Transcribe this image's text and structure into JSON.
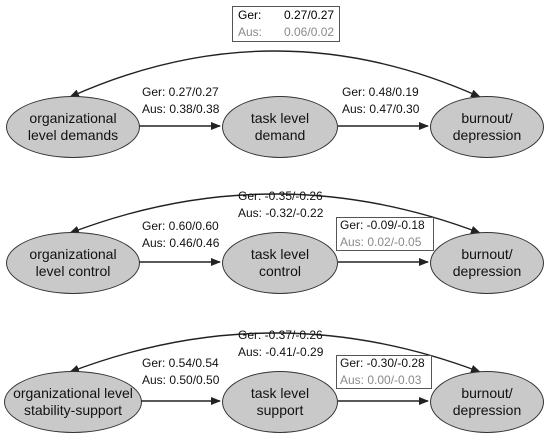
{
  "colors": {
    "node_fill": "#c9c9c9",
    "node_border": "#333333",
    "muted_text": "#8a8a8a",
    "text": "#111111"
  },
  "models": [
    {
      "nodes": {
        "org": "organizational\nlevel demands",
        "task": "task level\ndemand",
        "out": "burnout/\ndepression"
      },
      "org_task": {
        "ger": "Ger: 0.27/0.27",
        "aus": "Aus: 0.38/0.38"
      },
      "task_out": {
        "ger": "Ger: 0.48/0.19",
        "aus": "Aus: 0.47/0.30"
      },
      "direct": {
        "ger_key": "Ger:",
        "ger_val": "0.27/0.27",
        "aus_key": "Aus:",
        "aus_val": "0.06/0.02"
      }
    },
    {
      "nodes": {
        "org": "organizational\nlevel control",
        "task": "task level\ncontrol",
        "out": "burnout/\ndepression"
      },
      "org_task": {
        "ger": "Ger: 0.60/0.60",
        "aus": "Aus: 0.46/0.46"
      },
      "task_out": {
        "ger": "Ger: -0.09/-0.18",
        "aus": "Aus: 0.02/-0.05"
      },
      "direct": {
        "ger": "Ger: -0.35/-0.26",
        "aus": "Aus: -0.32/-0.22"
      }
    },
    {
      "nodes": {
        "org": "organizational level\nstability-support",
        "task": "task level\nsupport",
        "out": "burnout/\ndepression"
      },
      "org_task": {
        "ger": "Ger: 0.54/0.54",
        "aus": "Aus: 0.50/0.50"
      },
      "task_out": {
        "ger": "Ger: -0.30/-0.28",
        "aus": "Aus: 0.00/-0.03"
      },
      "direct": {
        "ger": "Ger: -0.37/-0.26",
        "aus": "Aus: -0.41/-0.29"
      }
    }
  ]
}
